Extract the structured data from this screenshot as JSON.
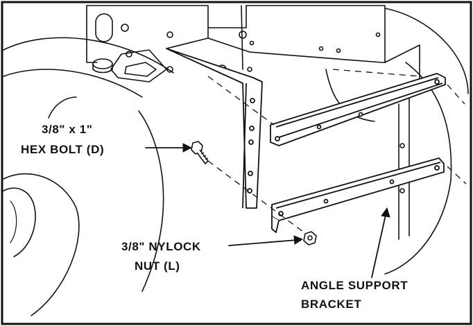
{
  "callouts": {
    "hex_bolt": {
      "line1": "3/8\" x 1\"",
      "line2": "HEX BOLT (D)"
    },
    "nylock_nut": {
      "line1": "3/8\" NYLOCK",
      "line2": "NUT (L)"
    },
    "angle_support_bracket": {
      "line1": "ANGLE SUPPORT",
      "line2": "BRACKET"
    }
  },
  "colors": {
    "ink": "#111111",
    "paper": "#ffffff"
  }
}
